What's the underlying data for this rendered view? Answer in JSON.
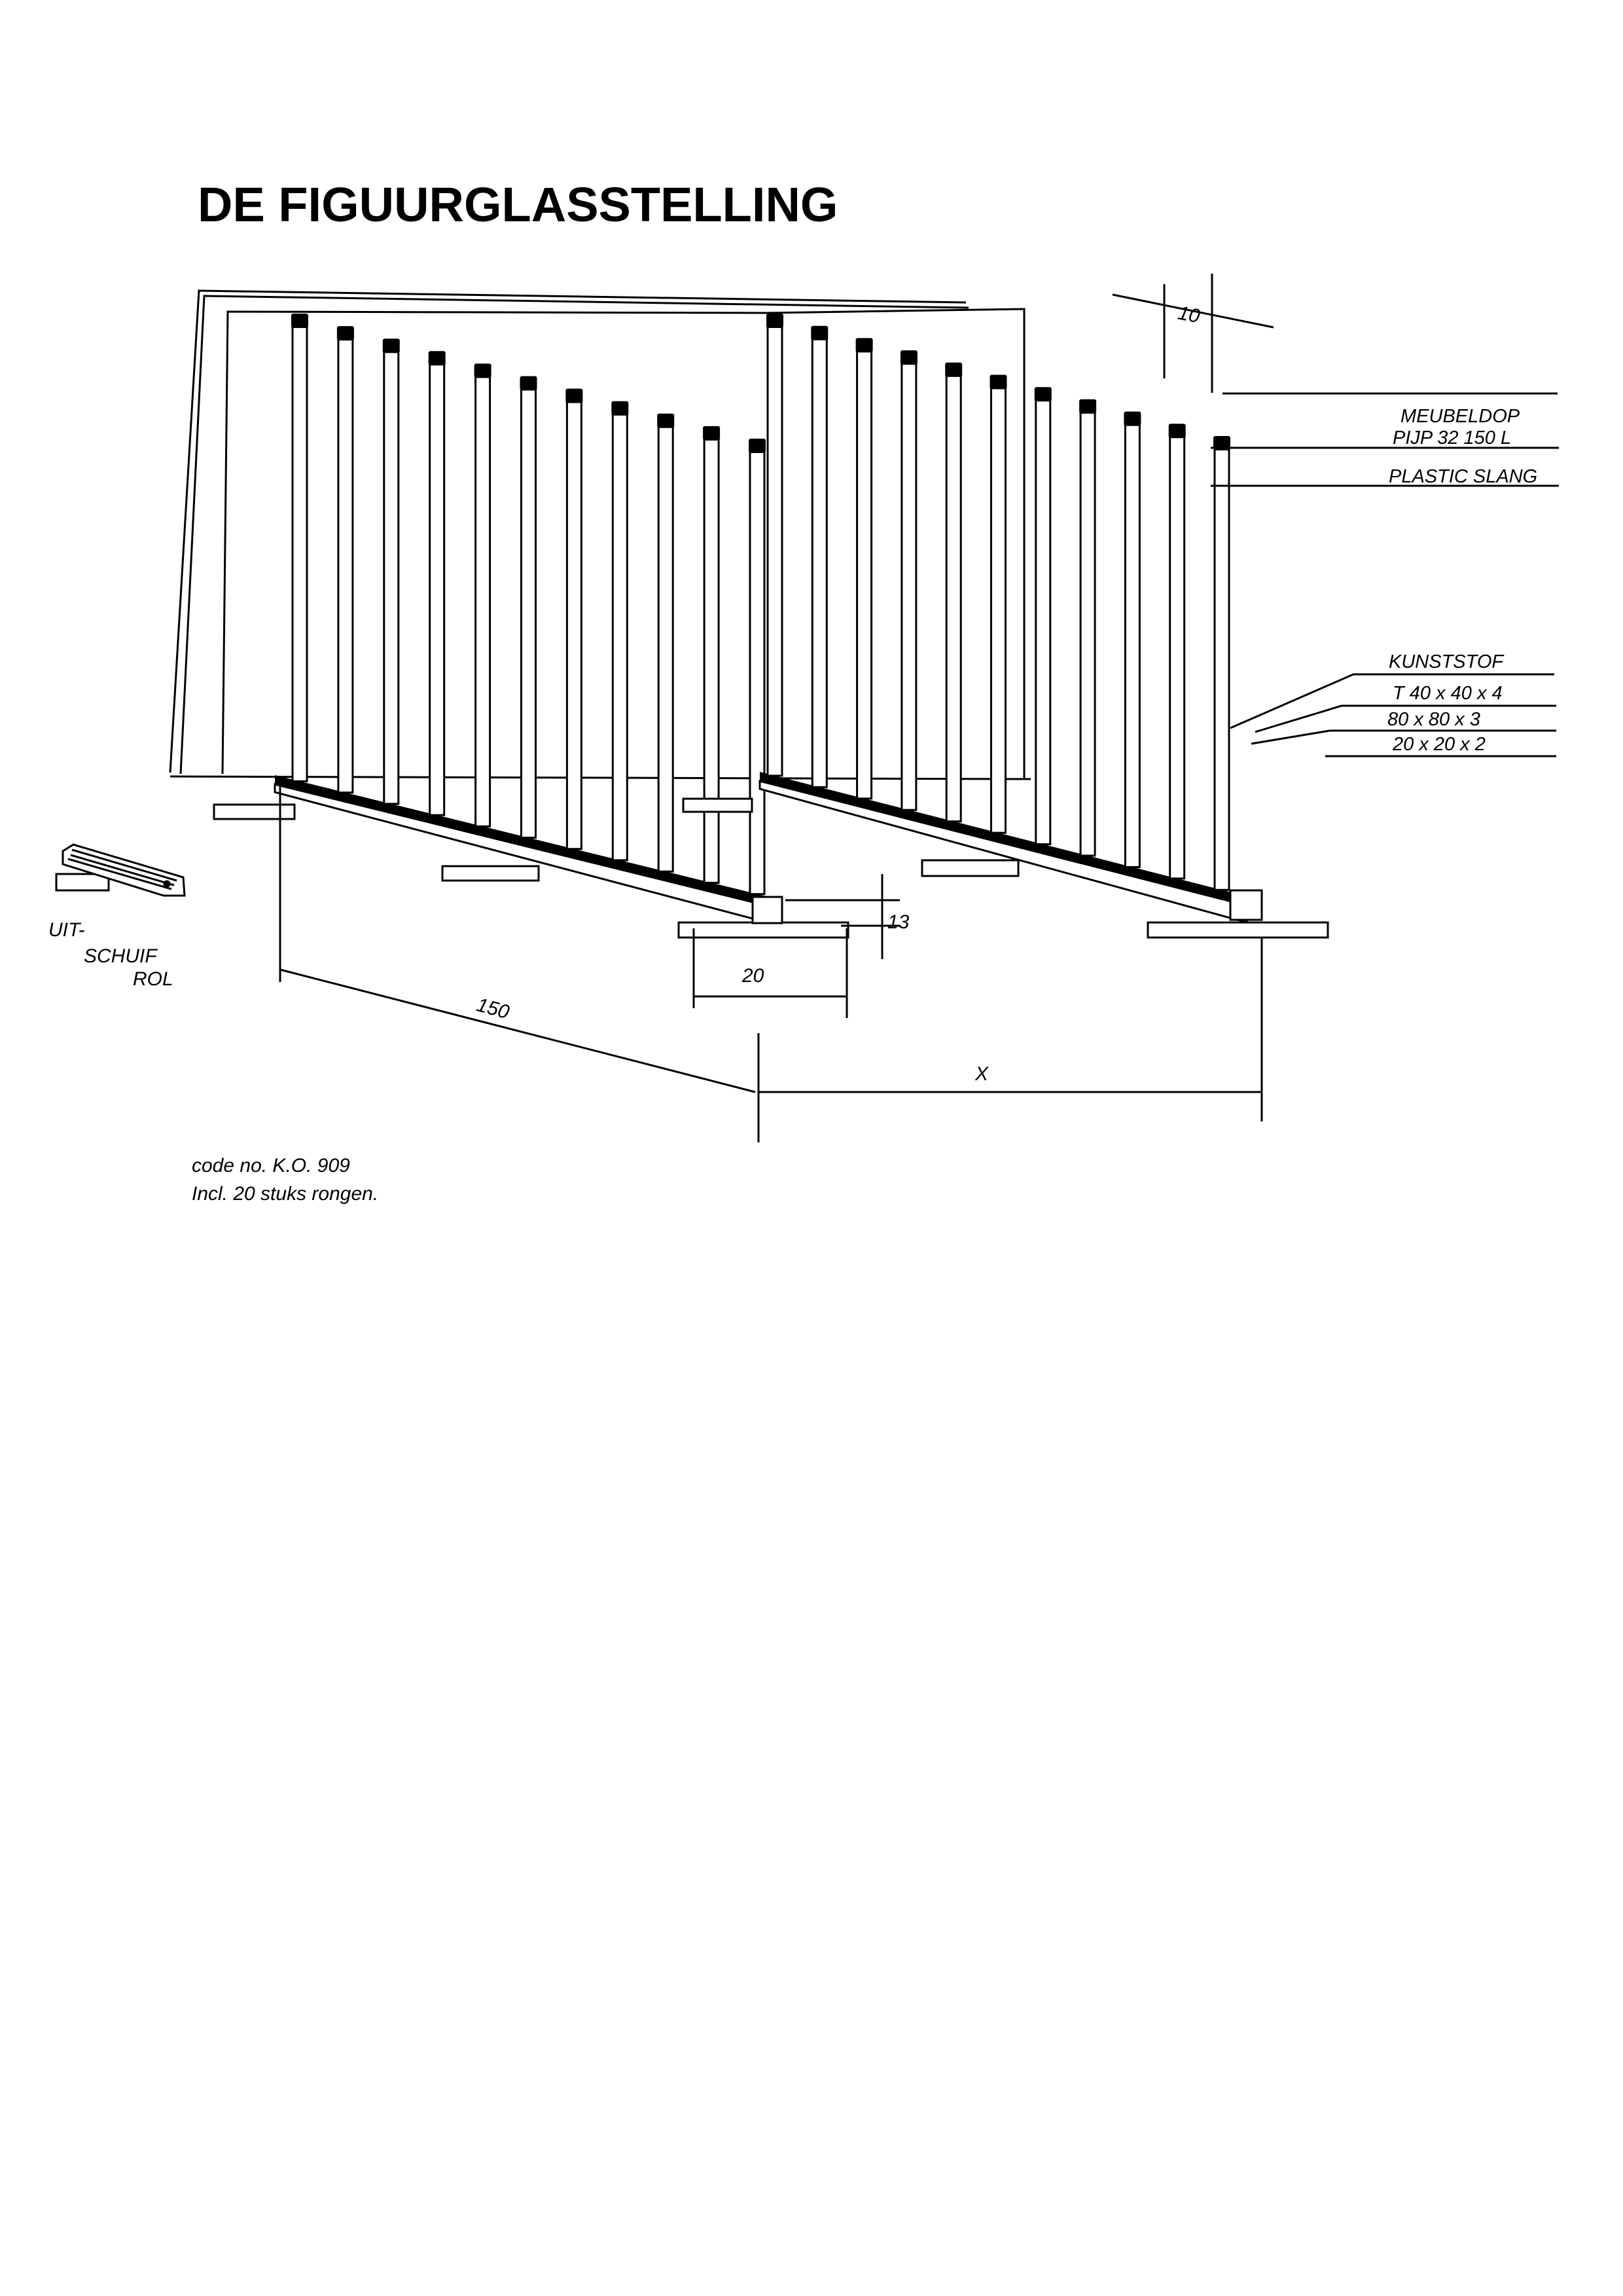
{
  "title": "DE FIGUURGLASSTELLING",
  "labels": {
    "meubeldop": "MEUBELDOP",
    "pijp": "PIJP 32  150 L",
    "plastic_slang": "PLASTIC SLANG",
    "kunststof": "KUNSTSTOF",
    "t_profile": "T 40 x 40 x 4",
    "profile_80": "80 x 80 x 3",
    "profile_20": "20 x 20 x 2"
  },
  "dimensions": {
    "spacing": "10",
    "length": "150",
    "foot_width": "20",
    "height": "13",
    "gap": "X"
  },
  "roller": {
    "line1": "UIT-",
    "line2": "SCHUIF",
    "line3": "ROL"
  },
  "footer": {
    "code": "code no. K.O. 909",
    "incl": "Incl. 20 stuks rongen."
  }
}
